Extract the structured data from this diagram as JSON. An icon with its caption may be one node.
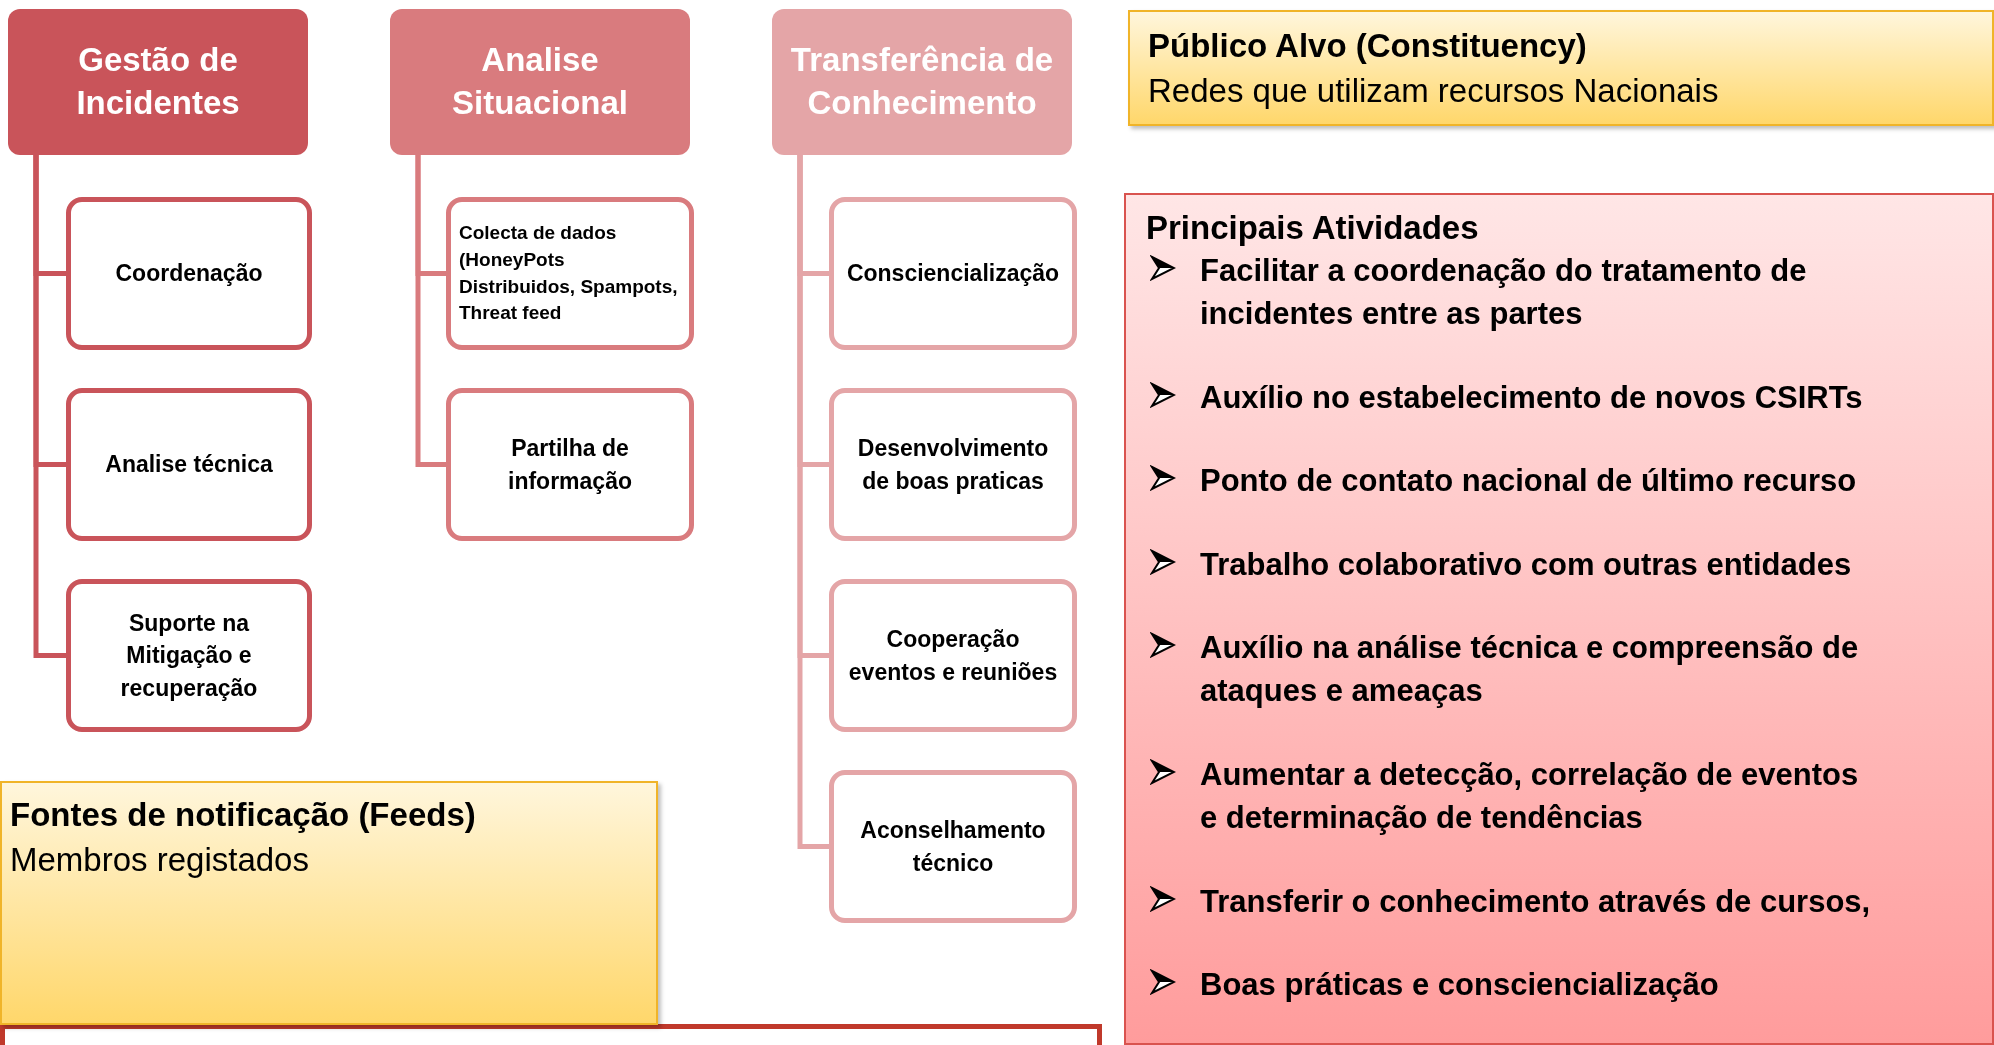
{
  "diagram": {
    "nodes": [
      {
        "text": [
          "Gestão de Incidentes"
        ]
      },
      {
        "text": [
          "Coordenação"
        ]
      },
      {
        "text": [
          "Analise técnica"
        ]
      },
      {
        "text": [
          "Suporte na Mitigação e recuperação"
        ]
      },
      {
        "text": [
          "Analise Situacional"
        ]
      },
      {
        "text": [
          "Colecta de dados (HoneyPots Distribuidos, Spampots, Threat feed"
        ]
      },
      {
        "text": [
          "Partilha de informação"
        ]
      },
      {
        "text": [
          "Transferência de Conhecimento"
        ]
      },
      {
        "text": [
          "Consciencialização"
        ]
      },
      {
        "text": [
          "Desenvolvimento de boas praticas"
        ]
      },
      {
        "text": [
          "Cooperação eventos e reuniões"
        ]
      },
      {
        "text": [
          "Aconselhamento técnico"
        ]
      },
      {
        "text": [
          "Público Alvo (Constituency)",
          "Redes que utilizam recursos Nacionais"
        ]
      },
      {
        "text": [
          "Principais Atividades",
          "Facilitar a coordenação do tratamento de incidentes entre as partes",
          "Auxílio no estabelecimento de novos CSIRTs",
          "Ponto de contato nacional de último recurso",
          "Trabalho colaborativo com outras entidades",
          "Auxílio na análise técnica e compreensão de ataques e ameaças",
          "Aumentar a detecção, correlação de eventos e determinação de tendências",
          "Transferir o conhecimento através de cursos,",
          "Boas práticas e consciencialização"
        ]
      },
      {
        "text": [
          "Fontes de notificação (Feeds)",
          "Membros registados"
        ]
      },
      {
        "text": [],
        "shape": "box"
      }
    ],
    "edges": [
      {
        "from": 0,
        "to": 1,
        "arrow": "none"
      },
      {
        "from": 0,
        "to": 2,
        "arrow": "none"
      },
      {
        "from": 0,
        "to": 3,
        "arrow": "none"
      },
      {
        "from": 4,
        "to": 5,
        "arrow": "none"
      },
      {
        "from": 4,
        "to": 6,
        "arrow": "none"
      },
      {
        "from": 7,
        "to": 8,
        "arrow": "none"
      },
      {
        "from": 7,
        "to": 9,
        "arrow": "none"
      },
      {
        "from": 7,
        "to": 10,
        "arrow": "none"
      },
      {
        "from": 7,
        "to": 11,
        "arrow": "none"
      }
    ]
  }
}
